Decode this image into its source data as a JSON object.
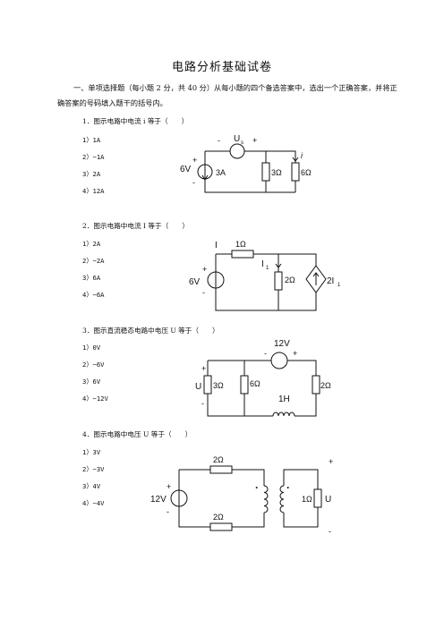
{
  "title": "电路分析基础试卷",
  "intro": "一、单项选择题（每小题 2 分，共 40 分）从每小题的四个备选答案中，选出一个正确答案，并将正确答案的号码填入题干的括号内。",
  "questions": [
    {
      "stem": "1．图示电路中电流 i 等于（　　）",
      "options": [
        "1）1A",
        "2）−1A",
        "3）2A",
        "4）12A"
      ],
      "circuit": {
        "u_label": "U",
        "u_sub": "s",
        "plus": "+",
        "minus": "-",
        "src_v": "6V",
        "src_i": "3A",
        "r1": "3Ω",
        "r2": "6Ω",
        "i": "i"
      }
    },
    {
      "stem": "2．图示电路中电流 I 等于（　　）",
      "options": [
        "1）2A",
        "2）−2A",
        "3）6A",
        "4）−6A"
      ],
      "circuit": {
        "I": "I",
        "r1": "1Ω",
        "I1": "I",
        "I1_sub": "1",
        "src_v": "6V",
        "r2": "2Ω",
        "dep": "2I",
        "dep_sub": "1",
        "plus": "+",
        "minus": "-"
      }
    },
    {
      "stem": "3．图示直流稳态电路中电压 U 等于（　　）",
      "options": [
        "1）0V",
        "2）−6V",
        "3）6V",
        "4）−12V"
      ],
      "circuit": {
        "src_v": "12V",
        "U": "U",
        "r1": "3Ω",
        "r2": "6Ω",
        "L": "1H",
        "r3": "2Ω",
        "plus": "+",
        "minus": "-"
      }
    },
    {
      "stem": "4．图示电路中电压 U 等于（　　）",
      "options": [
        "1）3V",
        "2）−3V",
        "3）4V",
        "4）−4V"
      ],
      "circuit": {
        "r_top": "2Ω",
        "r_bot": "2Ω",
        "src_v": "12V",
        "r_load": "1Ω",
        "U": "U",
        "plus": "+",
        "minus": "-",
        "dot": "·"
      }
    }
  ]
}
